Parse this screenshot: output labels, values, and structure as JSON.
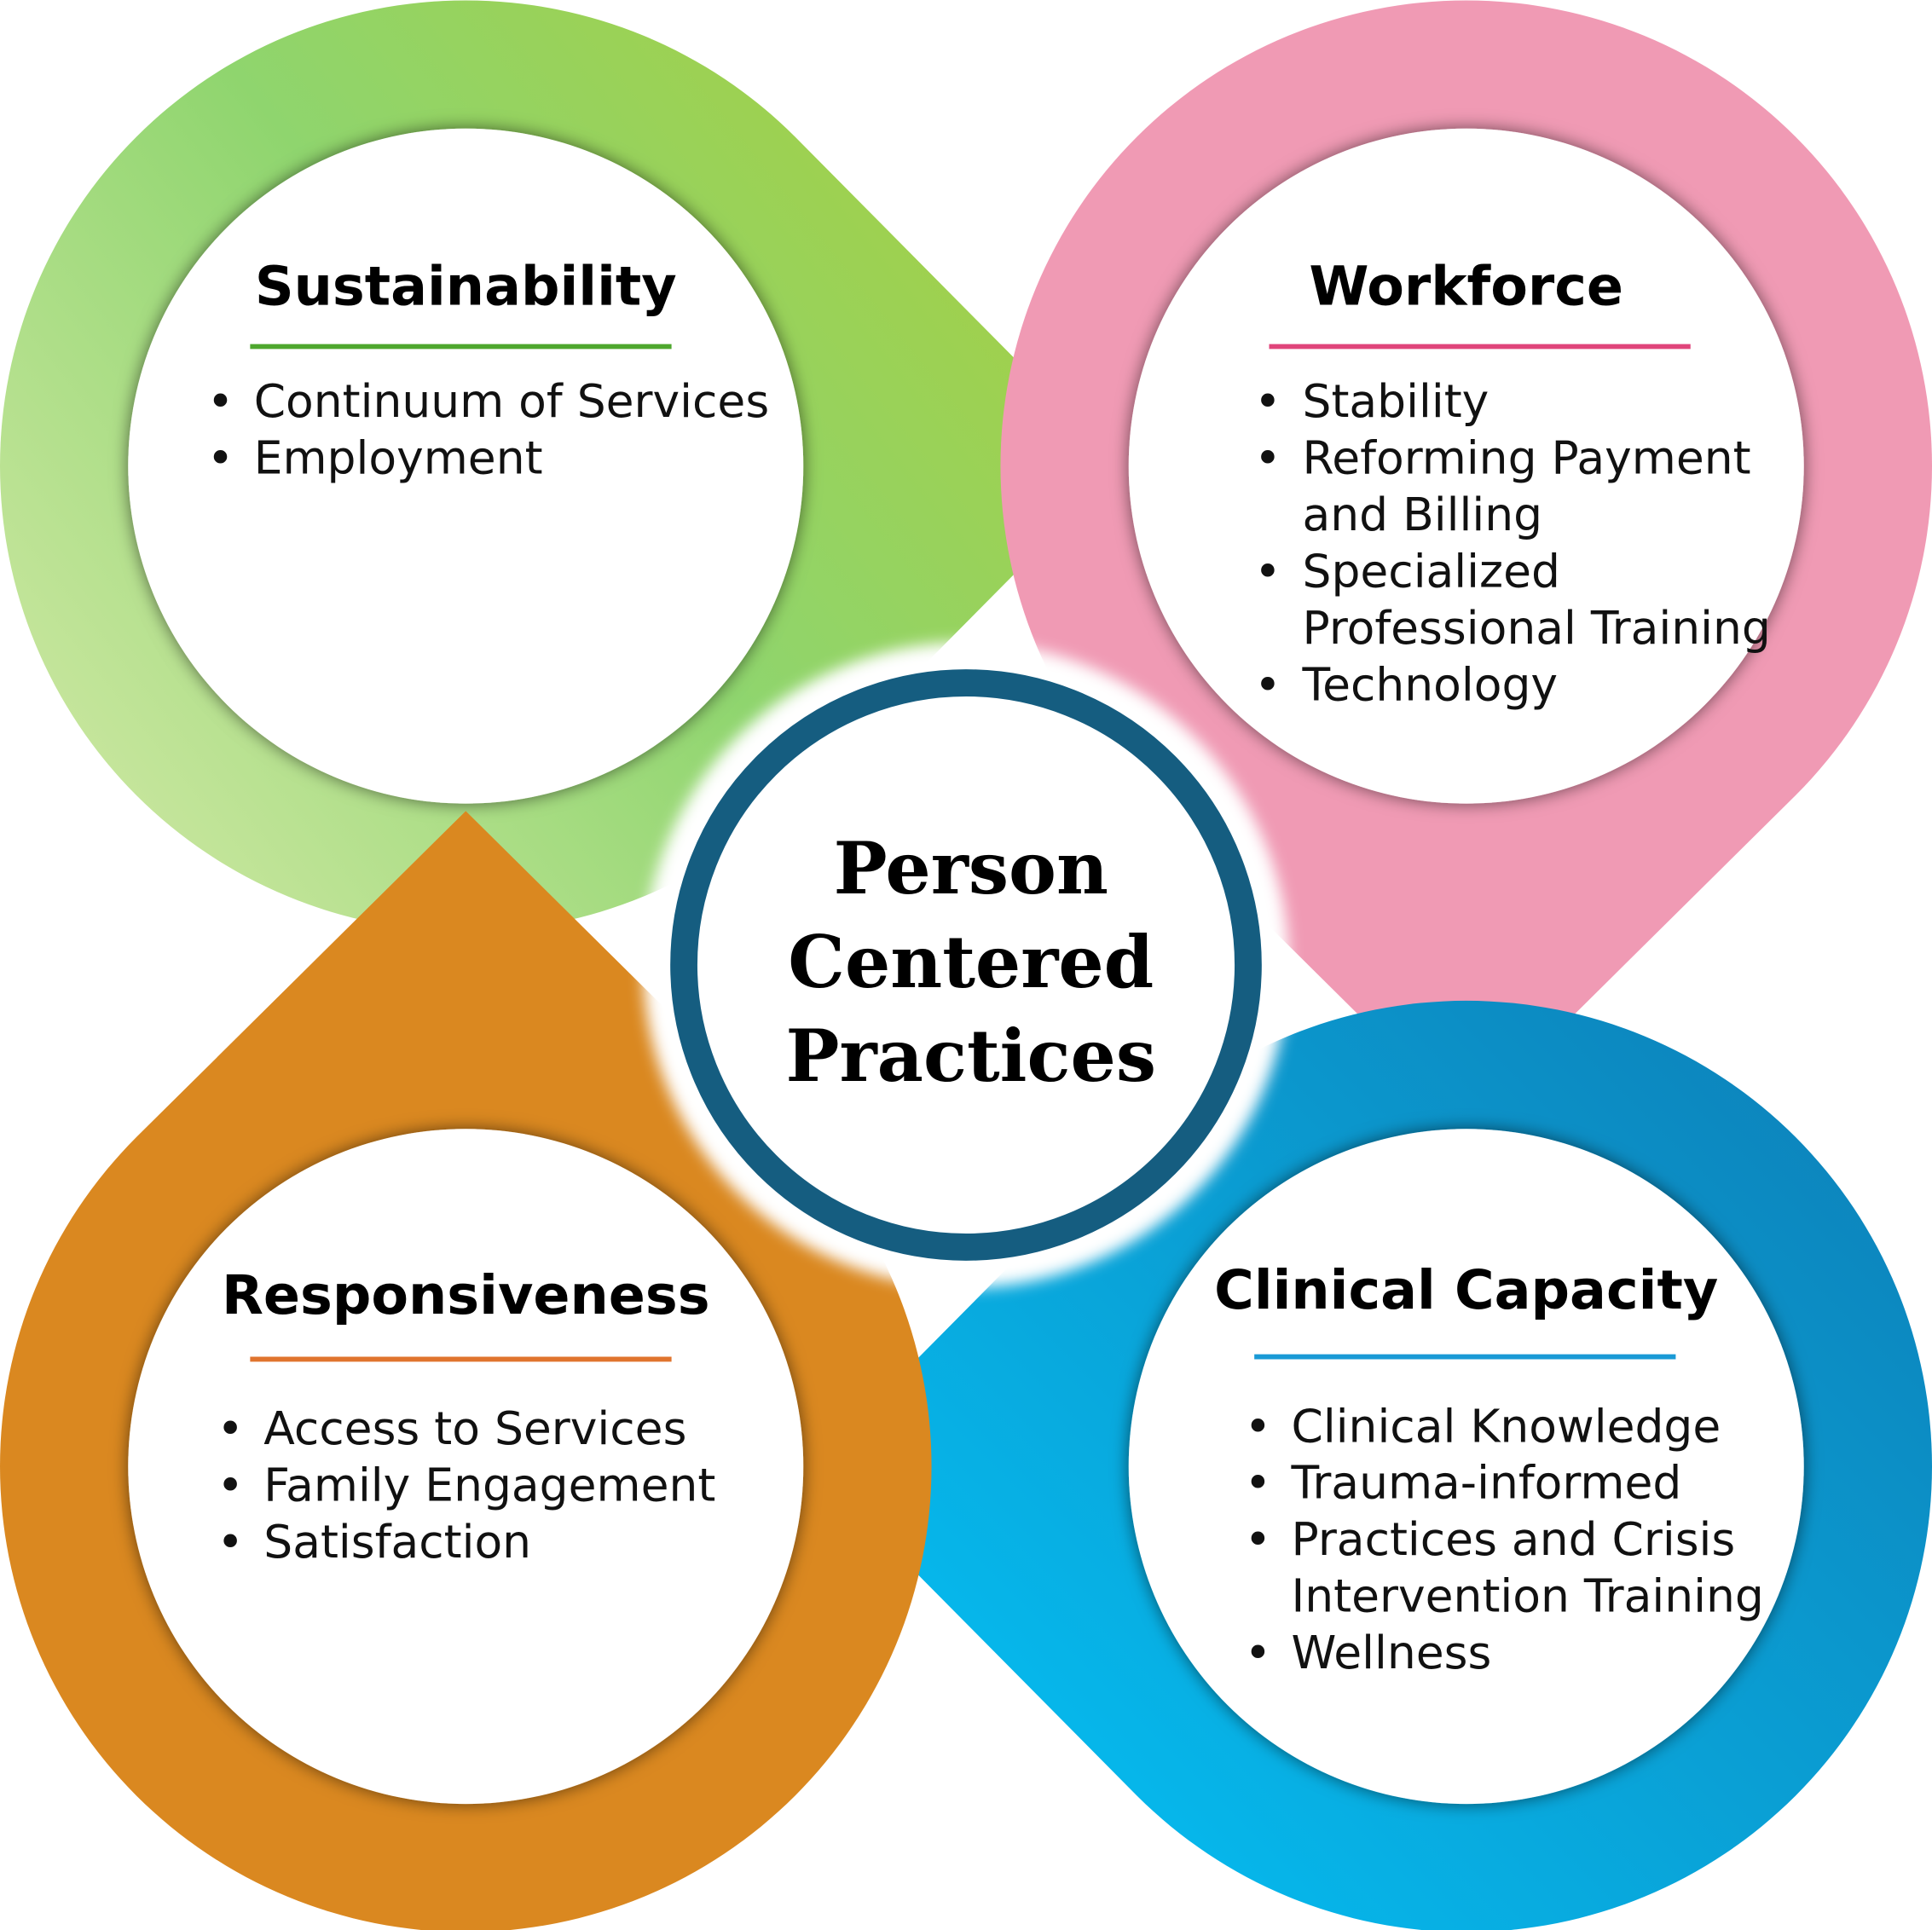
{
  "center": {
    "lines": [
      "Person",
      "Centered",
      "Practices"
    ],
    "ring_color": "#155d80"
  },
  "sections": [
    {
      "id": "sustainability",
      "title": "Sustainability",
      "accent": "#4ea72e",
      "gradient": [
        "#c8e69e",
        "#8fd56e",
        "#a3cf45"
      ],
      "items": [
        [
          "Continuum of Services"
        ],
        [
          "Employment"
        ]
      ]
    },
    {
      "id": "workforce",
      "title": "Workforce",
      "accent": "#e0457b",
      "gradient": [
        "#f09ab4",
        "#ea7a9c",
        "#e0376a"
      ],
      "items": [
        [
          "Stability"
        ],
        [
          "Reforming Payment",
          "and Billing"
        ],
        [
          "Specialized",
          "Professional Training"
        ],
        [
          "Technology"
        ]
      ]
    },
    {
      "id": "clinical-capacity",
      "title": "Clinical Capacity",
      "accent": "#1a9ad6",
      "gradient": [
        "#0d84bc",
        "#0a9fd4",
        "#05bbef"
      ],
      "items": [
        [
          "Clinical Knowledge"
        ],
        [
          "Trauma-informed"
        ],
        [
          "Practices and Crisis",
          "Intervention Training"
        ],
        [
          "Wellness"
        ]
      ]
    },
    {
      "id": "responsiveness",
      "title": "Responsiveness",
      "accent": "#e0742e",
      "gradient": [
        "#da8820",
        "#e09a40",
        "#e8b468"
      ],
      "items": [
        [
          "Access to Services"
        ],
        [
          "Family Engagement"
        ],
        [
          "Satisfaction"
        ]
      ]
    }
  ]
}
